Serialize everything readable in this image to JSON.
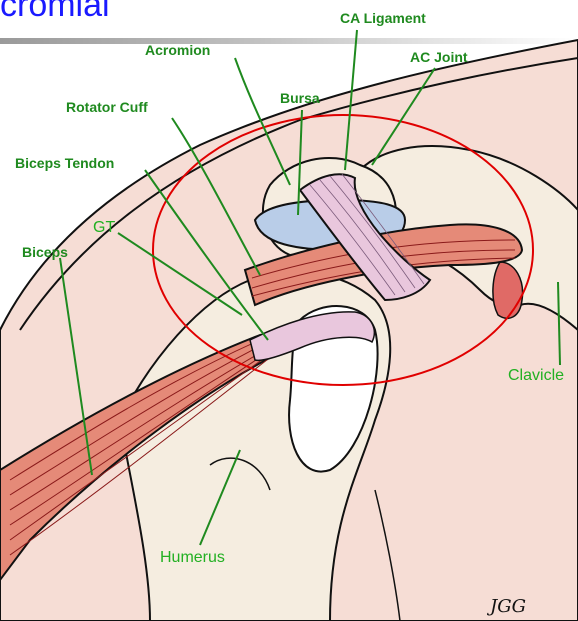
{
  "title": "cromial",
  "labels": {
    "ca_ligament": "CA Ligament",
    "acromion": "Acromion",
    "bursa": "Bursa",
    "ac_joint": "AC Joint",
    "rotator_cuff": "Rotator Cuff",
    "biceps_tendon": "Biceps Tendon",
    "gt": "GT",
    "biceps": "Biceps",
    "clavicle": "Clavicle",
    "humerus": "Humerus"
  },
  "signature": "JGG",
  "colors": {
    "title": "#1a1aff",
    "label": "#1f8a1f",
    "skin": "#f6ddd5",
    "bone": "#f5ede0",
    "muscle": "#e58a78",
    "bursa": "#b9cde8",
    "ligament": "#e9c7dd",
    "highlight_circle": "#e00000"
  }
}
